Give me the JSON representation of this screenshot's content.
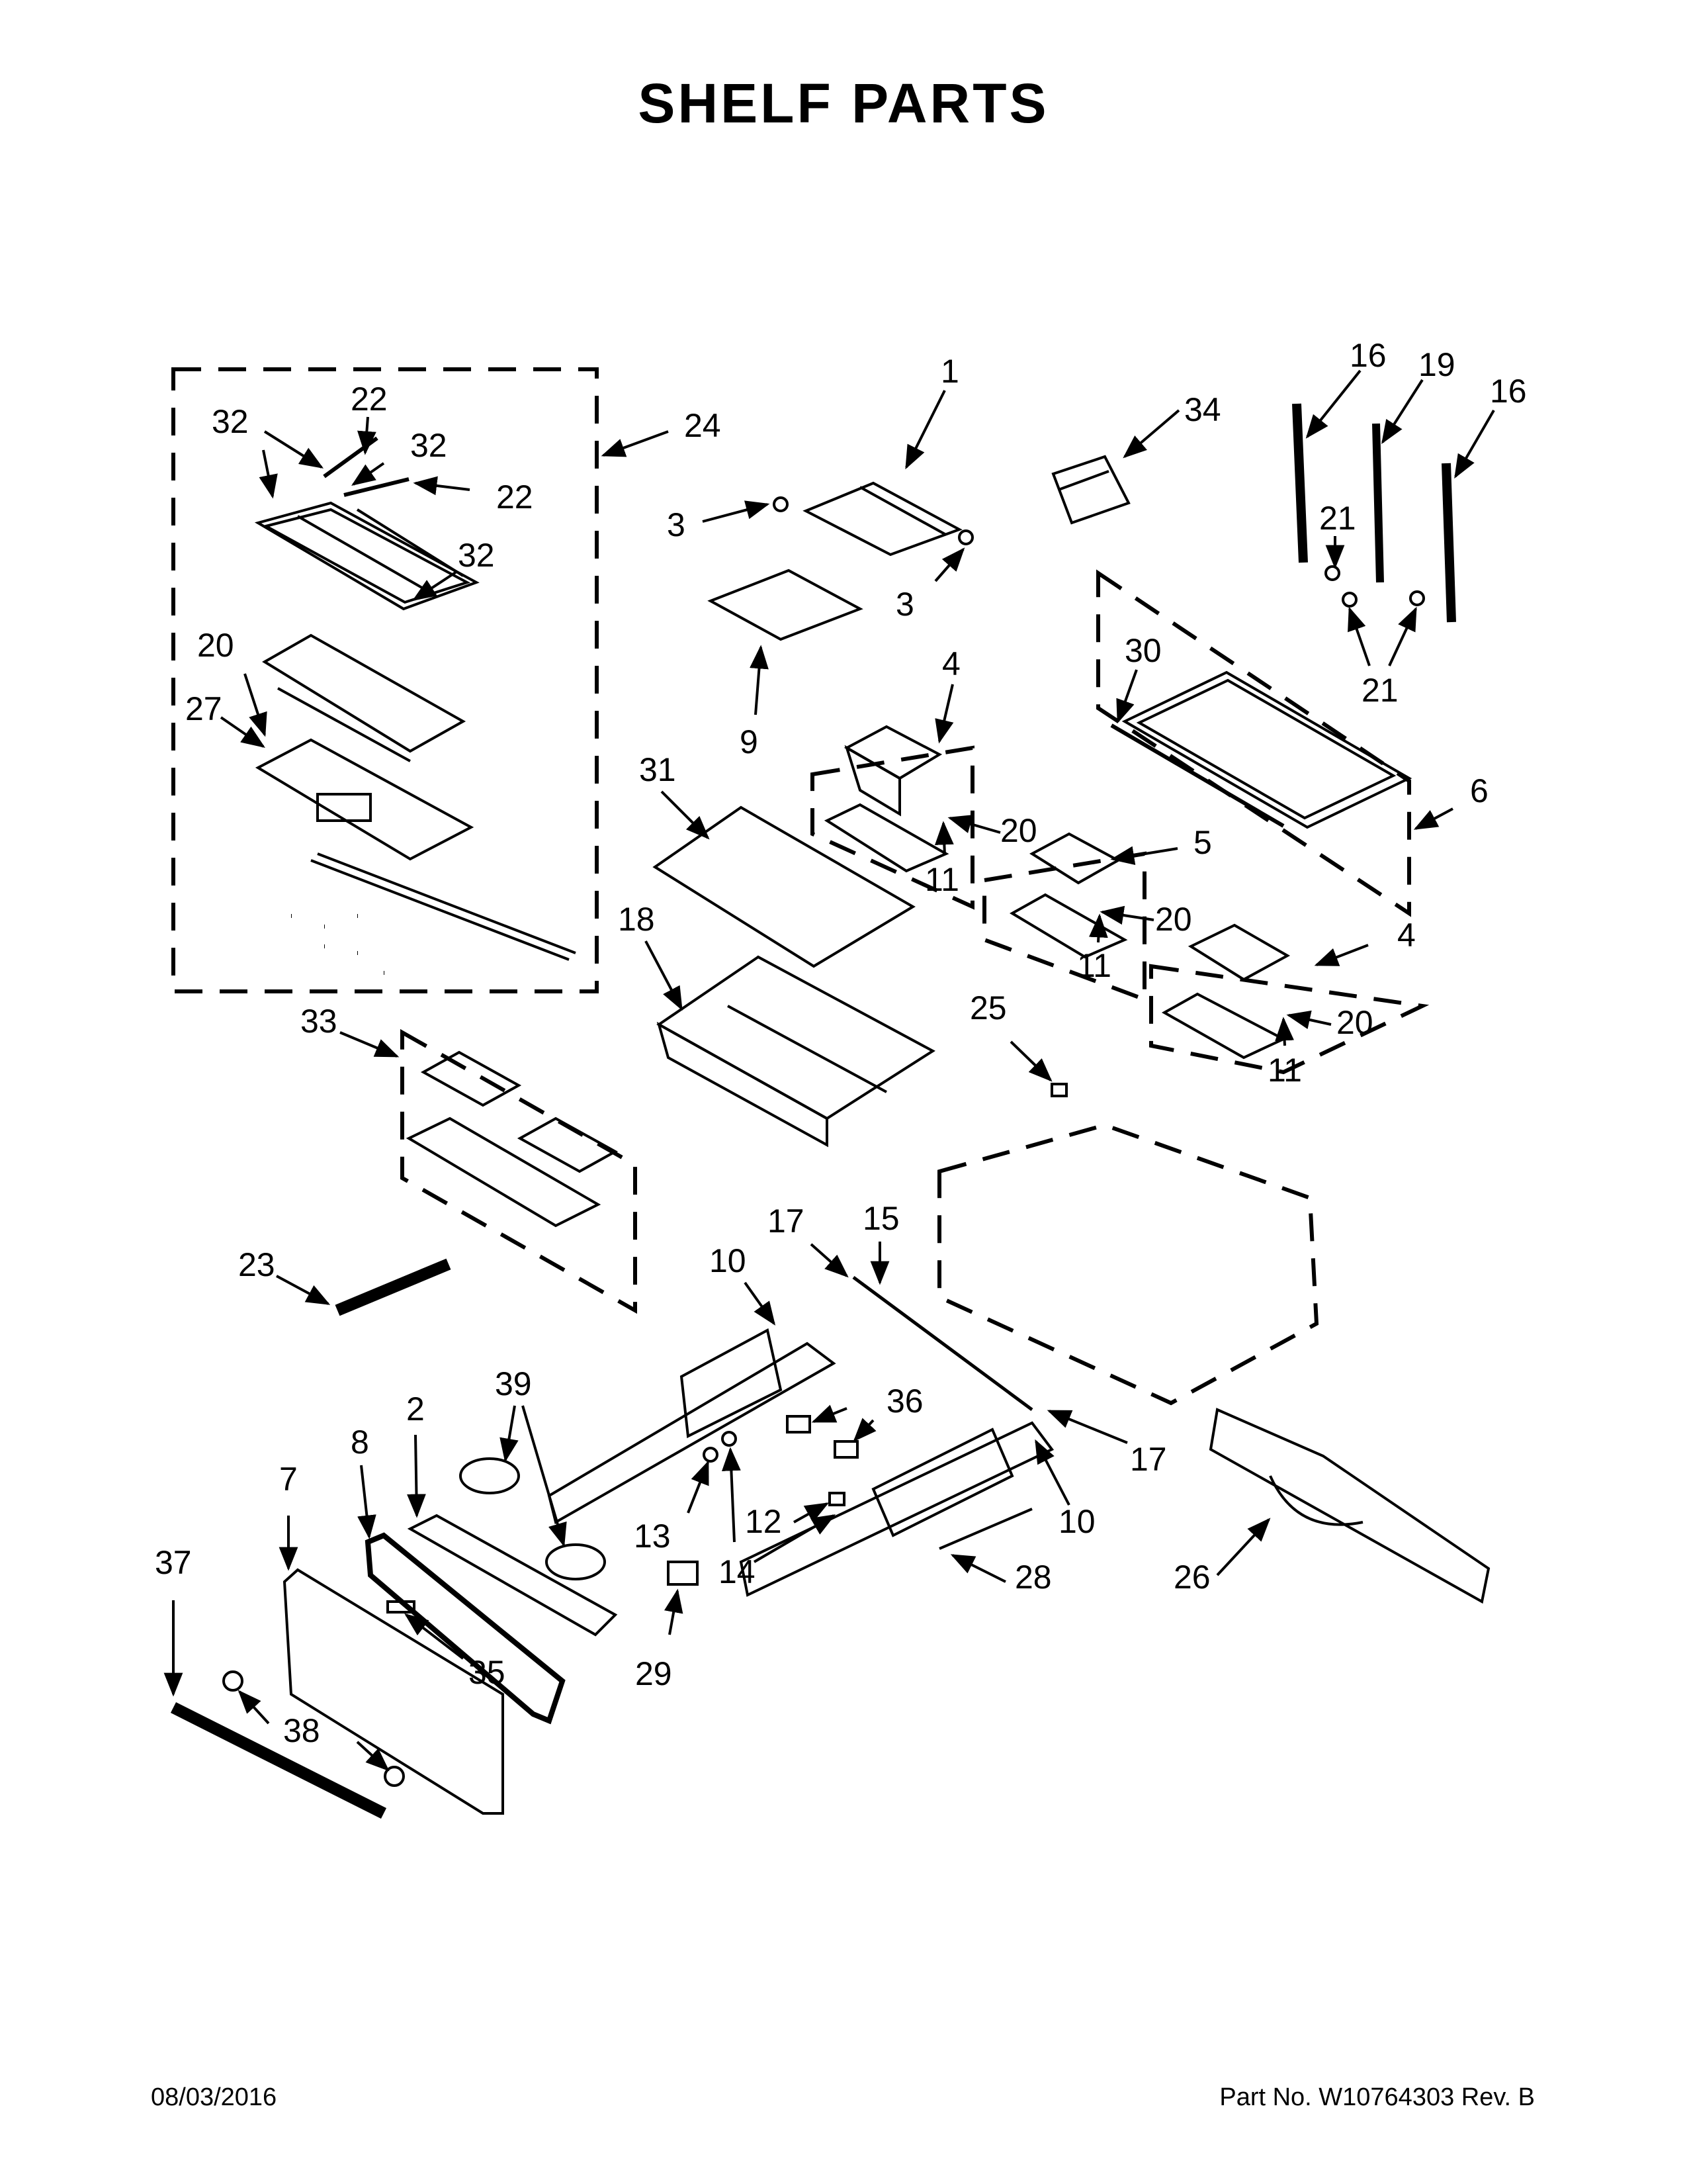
{
  "title": "SHELF PARTS",
  "footer": {
    "date": "08/03/2016",
    "part_number": "Part No.  W10764303  Rev.  B"
  },
  "callouts": {
    "c1": "1",
    "c2": "2",
    "c3a": "3",
    "c3b": "3",
    "c4a": "4",
    "c4b": "4",
    "c5": "5",
    "c6": "6",
    "c7": "7",
    "c8": "8",
    "c9": "9",
    "c10a": "10",
    "c10b": "10",
    "c11a": "11",
    "c11b": "11",
    "c11c": "11",
    "c12": "12",
    "c13": "13",
    "c14": "14",
    "c15": "15",
    "c16a": "16",
    "c16b": "16",
    "c17a": "17",
    "c17b": "17",
    "c18": "18",
    "c19": "19",
    "c20a": "20",
    "c20b": "20",
    "c20c": "20",
    "c20d": "20",
    "c21a": "21",
    "c21b": "21",
    "c22a": "22",
    "c22b": "22",
    "c23": "23",
    "c24": "24",
    "c25": "25",
    "c26": "26",
    "c27": "27",
    "c28": "28",
    "c29": "29",
    "c30": "30",
    "c31": "31",
    "c32a": "32",
    "c32b": "32",
    "c32c": "32",
    "c33": "33",
    "c34": "34",
    "c35": "35",
    "c36": "36",
    "c37": "37",
    "c38": "38",
    "c39": "39"
  }
}
